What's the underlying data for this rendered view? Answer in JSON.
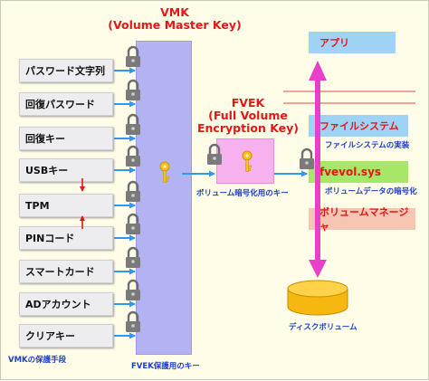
{
  "vmk": {
    "title_line1": "VMK",
    "title_line2": "(Volume Master Key)"
  },
  "fvek": {
    "title_line1": "FVEK",
    "title_line2": "(Full Volume",
    "title_line3": "Encryption Key)"
  },
  "protectors": [
    {
      "label": "パスワード文字列"
    },
    {
      "label": "回復パスワード"
    },
    {
      "label": "回復キー"
    },
    {
      "label": "USBキー"
    },
    {
      "label": "TPM"
    },
    {
      "label": "PINコード"
    },
    {
      "label": "スマートカード"
    },
    {
      "label": "ADアカウント"
    },
    {
      "label": "クリアキー"
    }
  ],
  "captions": {
    "vmk_protection": "VMKの保護手段",
    "fvek_protection": "FVEK保護用のキー",
    "volume_encryption_key": "ボリューム暗号化用のキー",
    "disk_volume": "ディスクボリューム"
  },
  "stack": {
    "app": {
      "label": "アプリ"
    },
    "filesystem": {
      "label": "ファイルシステム",
      "caption": "ファイルシステムの実装"
    },
    "fvevol": {
      "label": "fvevol.sys",
      "caption": "ボリュームデータの暗号化"
    },
    "volume_manager": {
      "label": "ボリュームマネージャ"
    }
  },
  "icons": {
    "lock": "lock-icon",
    "key": "key-icon",
    "cylinder": "disk-volume-icon"
  },
  "colors": {
    "background": "#fffde8",
    "vmk_block": "#b3b3f3",
    "fvek_block": "#f7b1ef",
    "key": "#f6c21a",
    "arrow": "#2e97f2",
    "red_arrow": "#e01818",
    "stack_arrow": "#ea40c9",
    "app_layer": "#9fd3f6",
    "fs_layer": "#9fd3f6",
    "fvevol_layer": "#a8e66a",
    "volmgr_layer": "#f6c6b3",
    "disk": "#f6b711"
  }
}
